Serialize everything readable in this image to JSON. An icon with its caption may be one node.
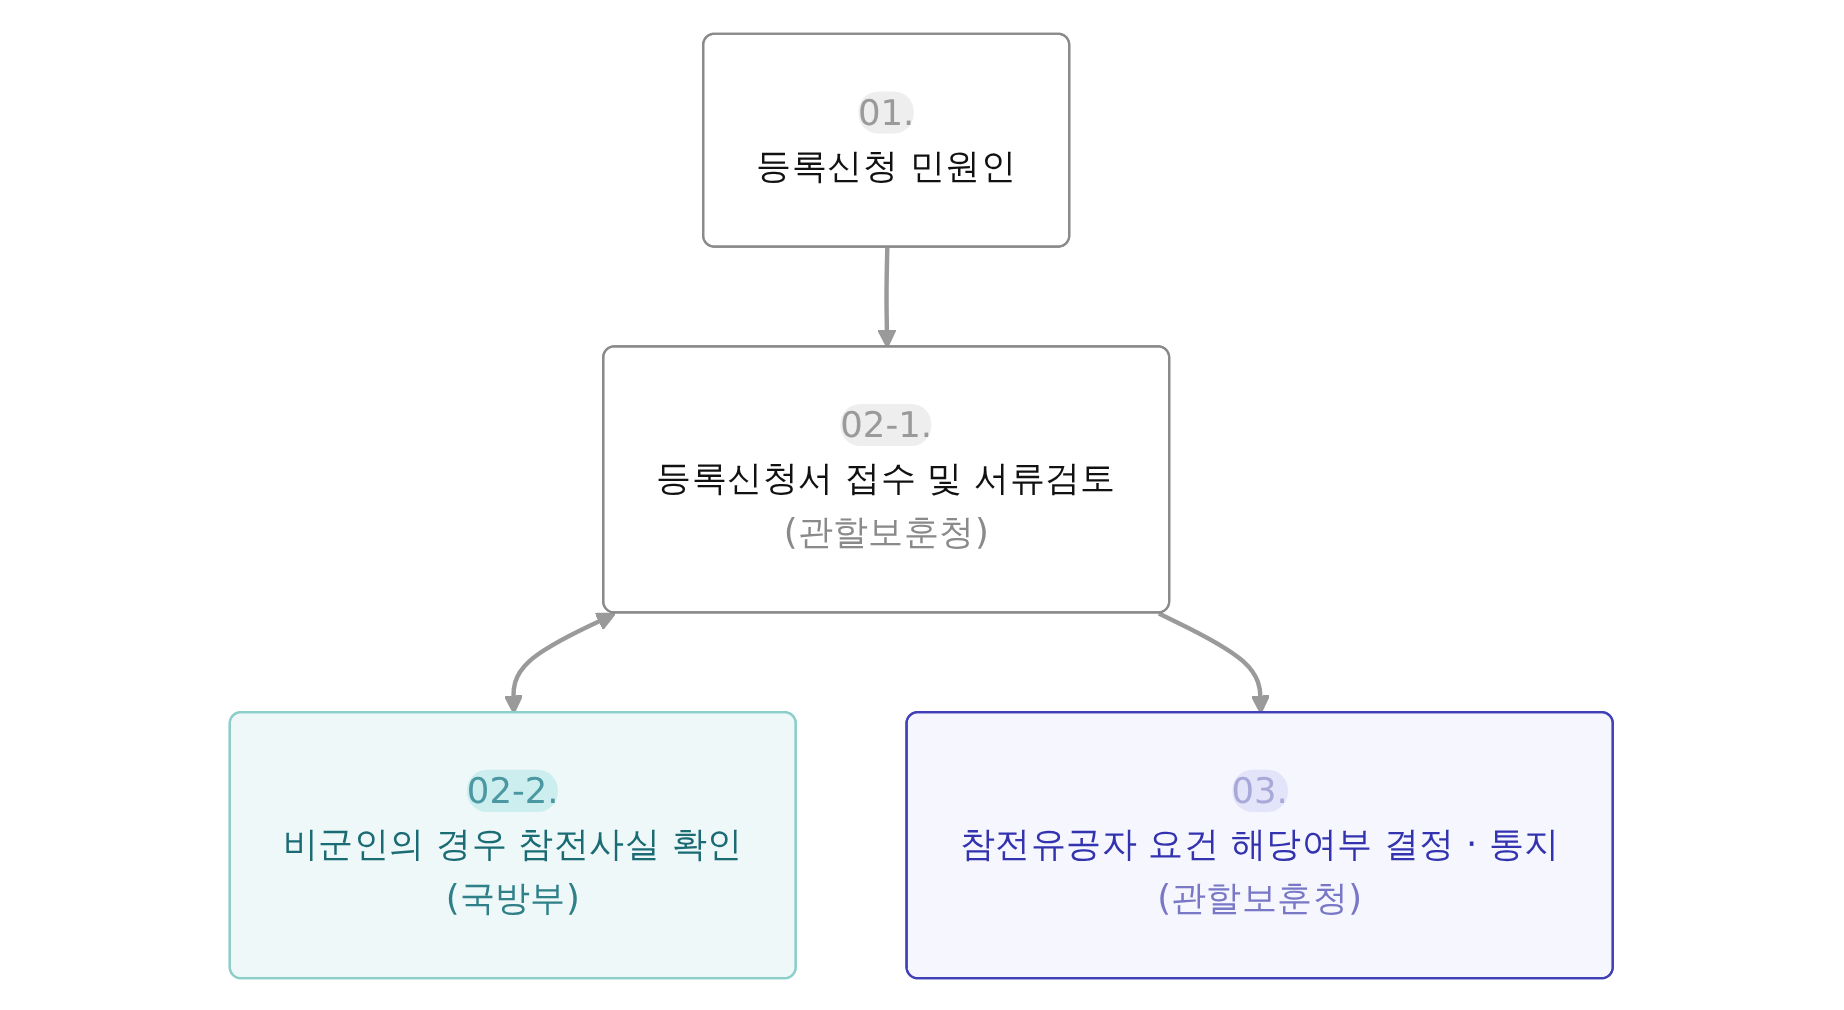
{
  "diagram": {
    "nodes": [
      {
        "text": [
          "01.",
          "등록신청 민원인"
        ]
      },
      {
        "text": [
          "02-1.",
          "등록신청서 접수 및 서류검토",
          "(관할보훈청)"
        ]
      },
      {
        "text": [
          "02-2.",
          "비군인의 경우 참전사실 확인",
          "(국방부)"
        ]
      },
      {
        "text": [
          "03.",
          "참전유공자 요건 해당여부 결정 · 통지",
          "(관할보훈청)"
        ]
      }
    ],
    "edges": [
      {
        "from": 0,
        "to": 1,
        "arrow": "to"
      },
      {
        "from": 1,
        "to": 2,
        "arrow": "both"
      },
      {
        "from": 1,
        "to": 3,
        "arrow": "to"
      }
    ]
  }
}
